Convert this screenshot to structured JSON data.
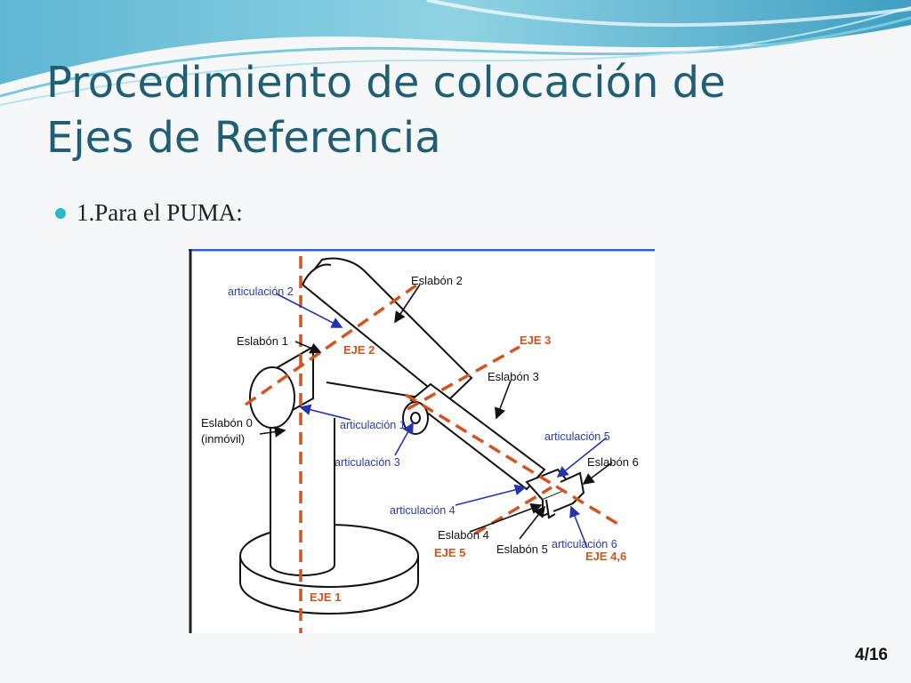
{
  "slide": {
    "title_line1": "Procedimiento de colocación de",
    "title_line2": "Ejes de Referencia",
    "bullet": "1.Para el PUMA:",
    "page_number": "4/16"
  },
  "diagram": {
    "labels": {
      "articulacion_1": "articulación 1",
      "articulacion_2": "articulación 2",
      "articulacion_3": "articulación 3",
      "articulacion_4": "articulación 4",
      "articulacion_5": "articulación 5",
      "articulacion_6": "articulación 6",
      "eslabon_0_line1": "Eslabón 0",
      "eslabon_0_line2": "(inmóvil)",
      "eslabon_1": "Eslabón 1",
      "eslabon_2": "Eslabón 2",
      "eslabon_3": "Eslabón 3",
      "eslabon_4": "Eslabón 4",
      "eslabon_5": "Eslabón 5",
      "eslabon_6": "Eslabón 6",
      "eje_1": "EJE 1",
      "eje_2": "EJE 2",
      "eje_3": "EJE 3",
      "eje_5": "EJE 5",
      "eje_46": "EJE 4,6"
    },
    "colors": {
      "axis": "#d2541f",
      "arrow": "#2433b0",
      "link_label": "#2a3da8",
      "outline": "#111111",
      "frame": "#3b5dc9"
    }
  }
}
